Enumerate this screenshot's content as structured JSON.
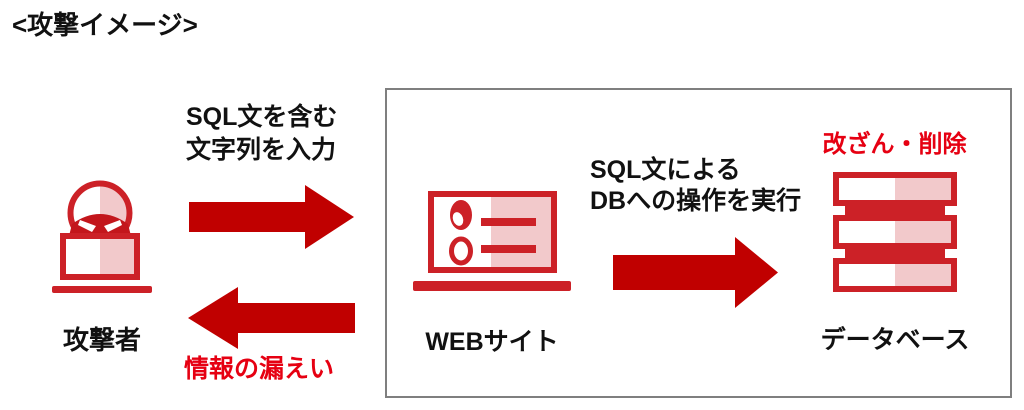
{
  "title": "<攻撃イメージ>",
  "nodes": {
    "attacker": {
      "label": "攻撃者"
    },
    "website": {
      "label": "WEBサイト"
    },
    "database": {
      "label": "データベース",
      "damage_label": "改ざん・削除"
    }
  },
  "flows": {
    "input": {
      "lines": [
        "SQL文を含む",
        "文字列を入力"
      ],
      "direction": "right"
    },
    "execute": {
      "lines": [
        "SQL文による",
        "DBへの操作を実行"
      ],
      "direction": "right"
    },
    "leak": {
      "label": "情報の漏えい",
      "direction": "left"
    }
  },
  "icons": {
    "attacker": "hacker-at-laptop-icon",
    "website": "browser-user-list-icon",
    "database": "database-stack-icon",
    "input_arrow": "right-arrow-icon",
    "execute_arrow": "right-arrow-icon",
    "leak_arrow": "left-arrow-icon"
  },
  "colors": {
    "arrow_red": "#c00000",
    "icon_red": "#cc2127",
    "icon_pink": "#f2c9cb",
    "text_red": "#e60012",
    "box_border": "#7f7f7f",
    "text_black": "#111111",
    "background": "#ffffff"
  }
}
